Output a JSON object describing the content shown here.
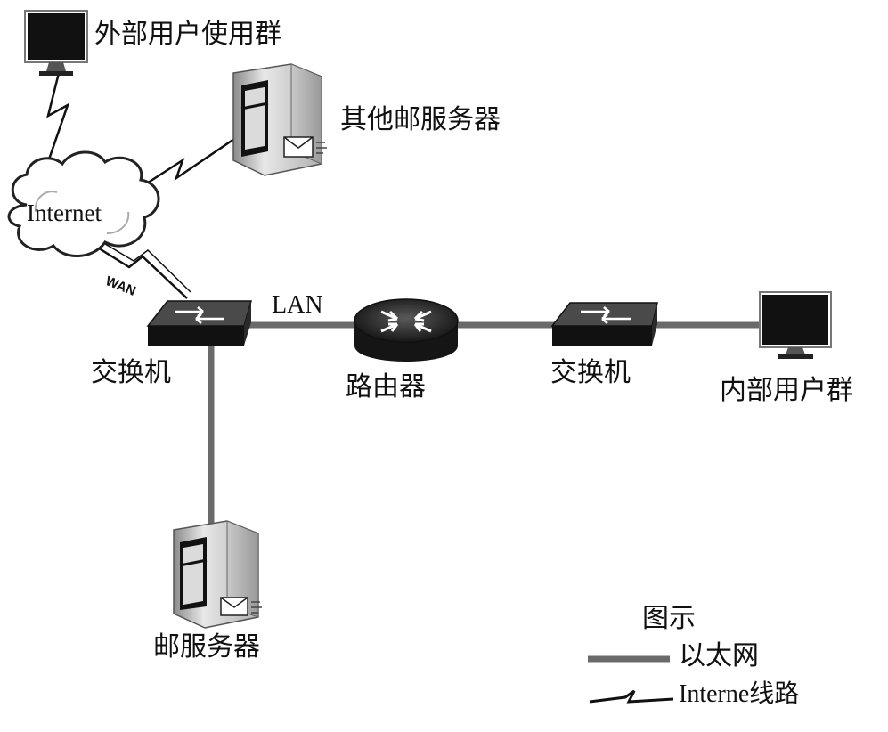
{
  "labels": {
    "external_users": "外部用户使用群",
    "other_mail_server": "其他邮服务器",
    "internet": "Internet",
    "wan": "WAN",
    "lan": "LAN",
    "switch_left": "交换机",
    "router": "路由器",
    "switch_right": "交换机",
    "internal_users": "内部用户群",
    "mail_server": "邮服务器"
  },
  "legend": {
    "title": "图示",
    "ethernet": "以太网",
    "internet_line": "Interne线路"
  },
  "colors": {
    "ethernet_line": "#6a6a6a",
    "device_dark": "#151515",
    "server_body": "#d6d6d6"
  },
  "icons": {
    "external_users": "monitor-icon",
    "internal_users": "monitor-icon",
    "other_mail_server": "server-tower-icon",
    "mail_server": "server-tower-icon",
    "internet": "cloud-icon",
    "switches": "network-switch-icon",
    "router": "router-icon"
  }
}
